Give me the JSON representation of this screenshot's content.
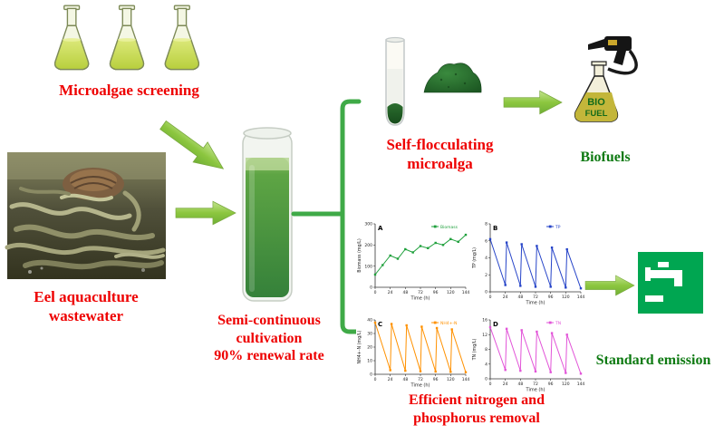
{
  "palette": {
    "label_red": "#ee0000",
    "label_green": "#0e7a12",
    "arrow_green": "#8cc63f",
    "bracket_green": "#3faa47",
    "emission_green": "#00a651",
    "algae_green": "#3a8a3e"
  },
  "labels": {
    "microalgae": "Microalgae screening",
    "eel1": "Eel aquaculture",
    "eel2": "wastewater",
    "cult1": "Semi-continuous",
    "cult2": "cultivation",
    "cult3": "90% renewal rate",
    "floc1": "Self-flocculating",
    "floc2": "microalga",
    "biofuels": "Biofuels",
    "removal1": "Efficient nitrogen and",
    "removal2": "phosphorus removal",
    "emission": "Standard emission"
  },
  "pump": {
    "line1": "BIO",
    "line2": "FUEL"
  },
  "chart_data": [
    {
      "type": "line",
      "panel": "A",
      "legend": "Biomass",
      "color": "#1fa03c",
      "xlabel": "Time (h)",
      "ylabel": "Biomass (mg/L)",
      "x": [
        0,
        12,
        24,
        36,
        48,
        60,
        72,
        84,
        96,
        108,
        120,
        132,
        144
      ],
      "y": [
        60,
        105,
        150,
        135,
        180,
        165,
        195,
        185,
        210,
        200,
        228,
        215,
        248
      ],
      "xlim": [
        0,
        144
      ],
      "ylim": [
        0,
        300
      ],
      "xticks": [
        0,
        24,
        48,
        72,
        96,
        120,
        144
      ],
      "yticks": [
        0,
        100,
        200,
        300
      ],
      "legend_position": "top-right",
      "grid": false
    },
    {
      "type": "line",
      "panel": "B",
      "legend": "TP",
      "color": "#2644c8",
      "xlabel": "Time (h)",
      "ylabel": "TP (mg/L)",
      "x": [
        0,
        24,
        26,
        48,
        50,
        72,
        74,
        96,
        98,
        120,
        122,
        144
      ],
      "y": [
        6.2,
        0.8,
        5.8,
        0.7,
        5.6,
        0.6,
        5.4,
        0.6,
        5.2,
        0.5,
        5.0,
        0.4
      ],
      "xlim": [
        0,
        144
      ],
      "ylim": [
        0,
        8
      ],
      "xticks": [
        0,
        24,
        48,
        72,
        96,
        120,
        144
      ],
      "yticks": [
        0,
        2,
        4,
        6,
        8
      ],
      "legend_position": "top-right",
      "grid": false
    },
    {
      "type": "line",
      "panel": "C",
      "legend": "NH4+-N",
      "color": "#ff9100",
      "xlabel": "Time (h)",
      "ylabel": "NH4+-N (mg/L)",
      "x": [
        0,
        24,
        26,
        48,
        50,
        72,
        74,
        96,
        98,
        120,
        122,
        144
      ],
      "y": [
        38,
        3,
        37,
        2.6,
        36,
        2.2,
        35,
        2.0,
        34,
        1.8,
        33,
        1.5
      ],
      "xlim": [
        0,
        144
      ],
      "ylim": [
        0,
        40
      ],
      "xticks": [
        0,
        24,
        48,
        72,
        96,
        120,
        144
      ],
      "yticks": [
        0,
        10,
        20,
        30,
        40
      ],
      "legend_position": "top-right",
      "grid": false
    },
    {
      "type": "line",
      "panel": "D",
      "legend": "TN",
      "color": "#e254d8",
      "xlabel": "Time (h)",
      "ylabel": "TN (mg/L)",
      "x": [
        0,
        24,
        26,
        48,
        50,
        72,
        74,
        96,
        98,
        120,
        122,
        144
      ],
      "y": [
        14,
        2.4,
        13.6,
        2.2,
        13.2,
        2.0,
        12.8,
        1.8,
        12.4,
        1.6,
        12.0,
        1.4
      ],
      "xlim": [
        0,
        144
      ],
      "ylim": [
        0,
        16
      ],
      "xticks": [
        0,
        24,
        48,
        72,
        96,
        120,
        144
      ],
      "yticks": [
        0,
        4,
        8,
        12,
        16
      ],
      "legend_position": "top-right",
      "grid": false
    }
  ]
}
